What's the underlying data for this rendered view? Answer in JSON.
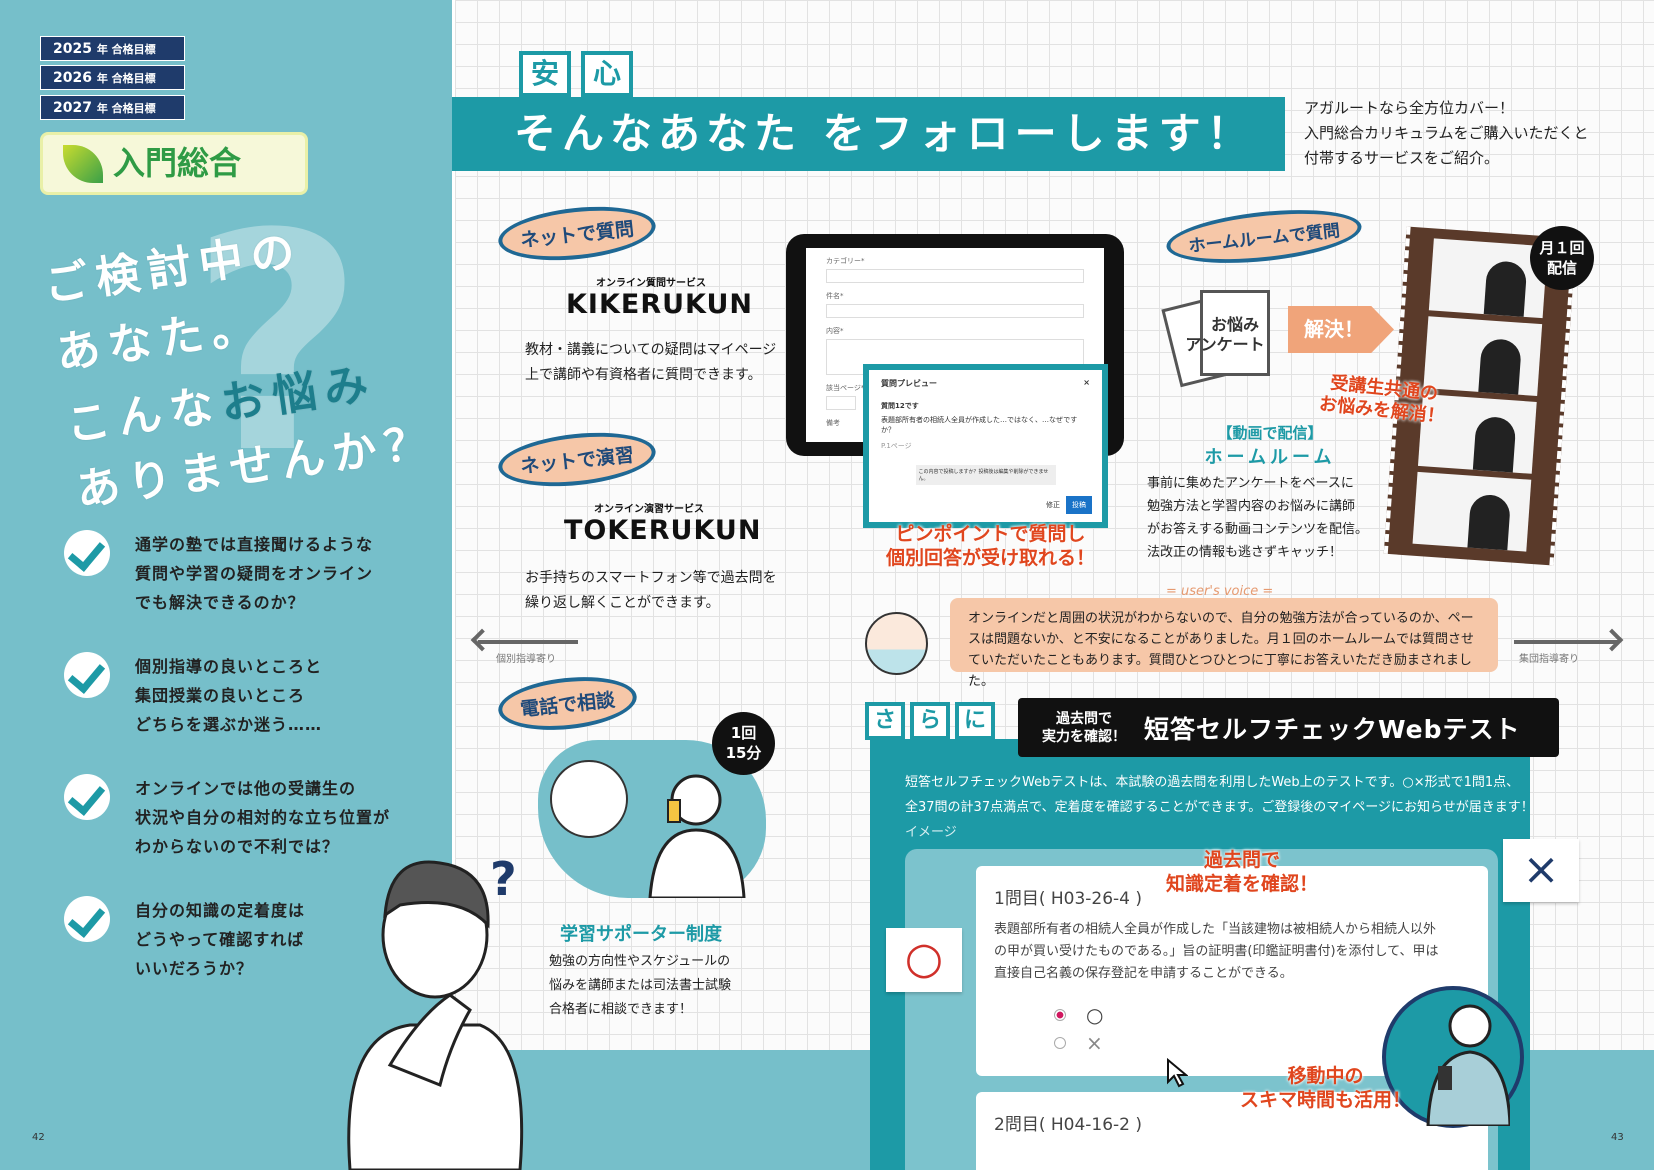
{
  "left": {
    "years": [
      {
        "year": "2025",
        "suffix": "年 合格目標"
      },
      {
        "year": "2026",
        "suffix": "年 合格目標"
      },
      {
        "year": "2027",
        "suffix": "年 合格目標"
      }
    ],
    "logo": "入門総合",
    "headline": [
      "ご検討中の",
      "あなた。",
      "こんな",
      "お悩み",
      "ありませんか？"
    ],
    "big_mark": "?",
    "concerns": [
      [
        "通学の塾では直接聞けるような",
        "質問や学習の疑問をオンライン",
        "でも解決できるのか？"
      ],
      [
        "個別指導の良いところと",
        "集団授業の良いところ",
        "どちらを選ぶか迷う……"
      ],
      [
        "オンラインでは他の受講生の",
        "状況や自分の相対的な立ち位置が",
        "わからないので不利では？"
      ],
      [
        "自分の知識の定着度は",
        "どうやって確認すれば",
        "いいだろうか？"
      ]
    ],
    "question_mark": "?",
    "page_number": "42"
  },
  "right": {
    "tags": [
      "安",
      "心"
    ],
    "banner": "そんなあなた をフォローします！",
    "intro": [
      "アガルートなら全方位カバー！",
      "入門総合カリキュラムをご購入いただくと",
      "付帯するサービスをご紹介。"
    ],
    "net_question": {
      "bubble": "ネットで質問",
      "service_sub": "オンライン質問サービス",
      "service": "KIKERUKUN",
      "desc": [
        "教材・講義についての疑問はマイページ",
        "上で講師や有資格者に質問できます。"
      ]
    },
    "tablet": {
      "field1": "カテゴリー*",
      "field2": "件名*",
      "field3": "内容*",
      "field4": "該当ページ*",
      "field5": "備考",
      "modal_title": "質問プレビュー",
      "close": "×",
      "modal_heading": "質問12です",
      "modal_body": "表題部所有者の相続人全員が作成した…ではなく、…なぜですか？",
      "modal_page": "P.1ページ",
      "modal_confirm": "この内容で投稿しますか？投稿後は編集や削除ができません。",
      "edit": "修正",
      "submit": "投稿"
    },
    "pinpoint": [
      "ピンポイントで質問し",
      "個別回答が受け取れる！"
    ],
    "net_practice": {
      "bubble": "ネットで演習",
      "service_sub": "オンライン演習サービス",
      "service": "TOKERUKUN",
      "desc": [
        "お手持ちのスマートフォン等で過去問を",
        "繰り返し解くことができます。"
      ]
    },
    "scale": {
      "left": "個別指導寄り",
      "right": "集団指導寄り"
    },
    "homeroom": {
      "bubble": "ホームルームで質問",
      "doc": [
        "お悩み",
        "アンケート"
      ],
      "solve": "解決！",
      "badge": [
        "月１回",
        "配信"
      ],
      "callout": [
        "受講生共通の",
        "お悩みを解消！"
      ],
      "title_sub": "【動画で配信】",
      "title": "ホームルーム",
      "desc": [
        "事前に集めたアンケートをベースに",
        "勉強方法と学習内容のお悩みに講師",
        "がお答えする動画コンテンツを配信。",
        "法改正の情報も逃さずキャッチ！"
      ]
    },
    "voice": {
      "label": "= user's voice =",
      "text": "オンラインだと周囲の状況がわからないので、自分の勉強方法が合っているのか、ペースは問題ないか、と不安になることがありました。月１回のホームルームでは質問させていただいたこともあります。質問ひとつひとつに丁寧にお答えいただき励まされました。"
    },
    "phone": {
      "bubble": "電話で相談",
      "badge": [
        "1回",
        "15分"
      ],
      "title": "学習サポーター制度",
      "desc": [
        "勉強の方向性やスケジュールの",
        "悩みを講師または司法書士試験",
        "合格者に相談できます！"
      ]
    },
    "sarani": {
      "tags": [
        "さ",
        "ら",
        "に"
      ],
      "label_sub": [
        "過去問で",
        "実力を確認！"
      ],
      "label": "短答セルフチェックWebテスト",
      "desc": [
        "短答セルフチェックWebテストは、本試験の過去問を利用したWeb上のテストです。○×形式で1問1点、",
        "全37問の計37点満点で、定着度を確認することができます。ご登録後のマイページにお知らせが届きます！"
      ],
      "image_label": "イメージ",
      "callout": [
        "過去問で",
        "知識定着を確認！"
      ],
      "q1_title": "1問目( H03-26-4 )",
      "q1_text": [
        "表題部所有者の相続人全員が作成した「当該建物は被相続人から相続人以外",
        "の甲が買い受けたものである。」旨の証明書(印鑑証明書付)を添付して、甲は",
        "直接自己名義の保存登記を申請することができる。"
      ],
      "opt_true": "○",
      "opt_false": "×",
      "q2_title": "2問目( H04-16-2 )",
      "bubble_o": "○",
      "bubble_x": "×",
      "mobile_callout": [
        "移動中の",
        "スキマ時間も活用！"
      ]
    },
    "page_number": "43"
  },
  "colors": {
    "teal": "#1d9aa6",
    "light_teal": "#76bfca",
    "navy": "#1f3b6b",
    "orange": "#f6c7a8",
    "red": "#e0461e"
  }
}
